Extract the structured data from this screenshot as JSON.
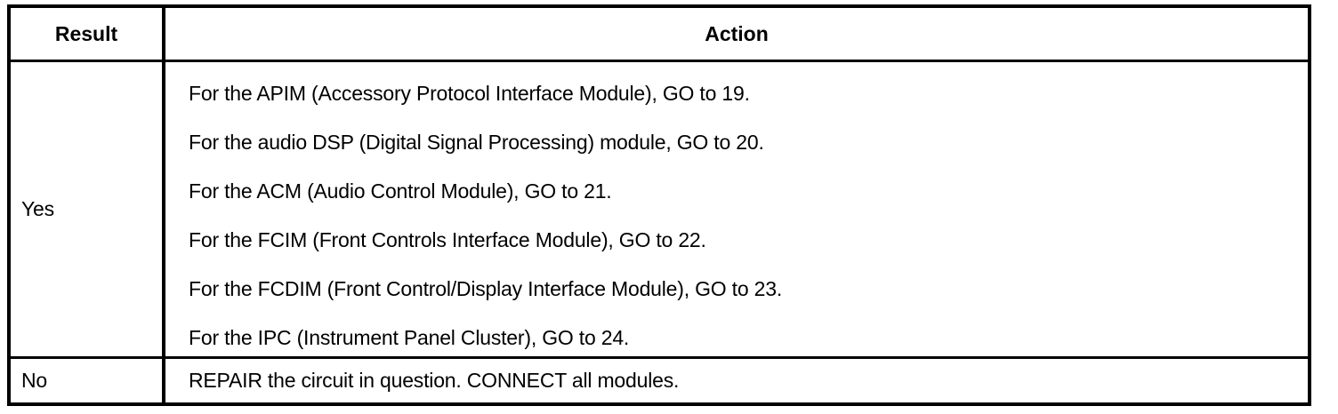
{
  "table": {
    "columns": [
      {
        "key": "result",
        "header": "Result"
      },
      {
        "key": "action",
        "header": "Action"
      }
    ],
    "rows": [
      {
        "result": "Yes",
        "action_lines": [
          "For the APIM (Accessory Protocol Interface Module), GO to 19.",
          "For the audio DSP (Digital Signal Processing) module, GO to 20.",
          "For the ACM (Audio Control Module), GO to 21.",
          "For the FCIM (Front Controls Interface Module), GO to 22.",
          "For the FCDIM (Front Control/Display Interface Module), GO to 23.",
          "For the IPC (Instrument Panel Cluster), GO to 24."
        ]
      },
      {
        "result": "No",
        "action_lines": [
          "REPAIR the circuit in question. CONNECT all modules."
        ]
      }
    ]
  },
  "colors": {
    "border": "#000000",
    "text": "#000000",
    "background": "#ffffff"
  }
}
